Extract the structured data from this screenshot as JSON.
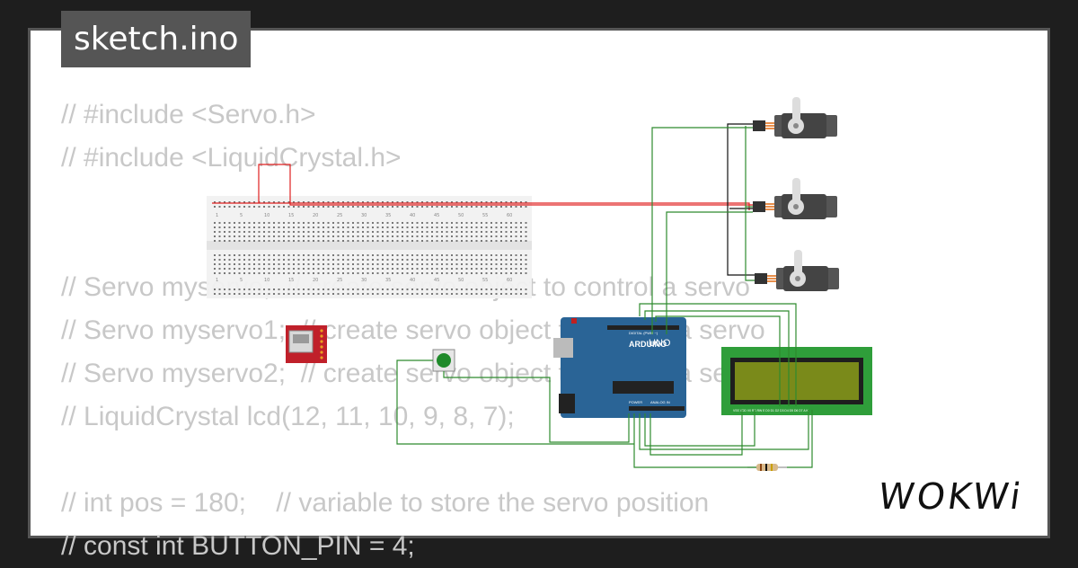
{
  "tab": {
    "title": "sketch.ino"
  },
  "code_lines": [
    "// #include <Servo.h>",
    "// #include <LiquidCrystal.h>",
    "",
    "",
    "// Servo myservo;  // create servo object to control a servo",
    "// Servo myservo1;  // create servo object to control a servo",
    "// Servo myservo2;  // create servo object to control a servo",
    "// LiquidCrystal lcd(12, 11, 10, 9, 8, 7);",
    "",
    "// int pos = 180;    // variable to store the servo position",
    "// const int BUTTON_PIN = 4;"
  ],
  "components": {
    "arduino": {
      "brand": "ARDUINO",
      "model": "UNO",
      "digital_label": "DIGITAL (PWM ~)",
      "analog_label": "ANALOG IN",
      "power_label": "POWER"
    },
    "lcd": {
      "pin_labels": "VSS VDD V0 RS RW E D0 D1 D2 D3 D4 D5 D6 D7 A K"
    },
    "breadboard": {
      "column_numbers": [
        "1",
        "5",
        "10",
        "15",
        "20",
        "25",
        "30",
        "35",
        "40",
        "45",
        "50",
        "55",
        "60"
      ]
    }
  },
  "colors": {
    "background": "#1e1e1e",
    "code_text": "#c8c8c8",
    "tab_bg": "#555555",
    "wire_green": "#2e8b2e",
    "wire_red": "#e02020",
    "arduino_blue": "#2a6496",
    "lcd_green": "#2f9e3a"
  },
  "brand": {
    "logo": "WOKWi"
  }
}
